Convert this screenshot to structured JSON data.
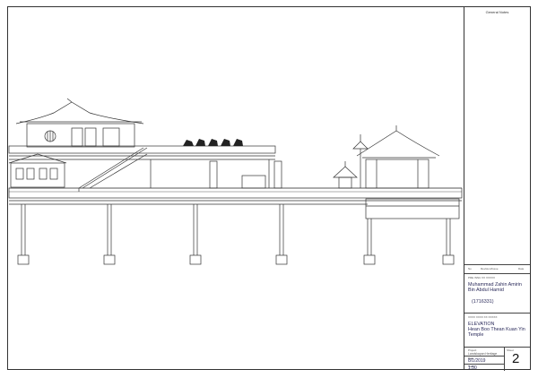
{
  "title_block": {
    "notes_label": "General Notes",
    "revision_headers": {
      "no": "No",
      "revision": "Revision/Issue",
      "date": "Date"
    },
    "author_caption": "PRE INNU XX XXXXX",
    "author_name": "Muhammad Zahin Amirin Bin Abdul Hamid",
    "student_id": "(1716331)",
    "sheet_caption": "XXXX XXXX XX XXXXX",
    "sheet_title": "ELEVATION",
    "sheet_subtitle": "Hean Boo Thean Kuan Yin Temple",
    "project_caption": "Project",
    "project_name": "Landskapan Heritage",
    "date_caption": "Date",
    "date_value": "8/1/2019",
    "scale_caption": "Scale",
    "scale_value": "1:50",
    "sheet_label": "Sheet",
    "sheet_number": "2"
  }
}
